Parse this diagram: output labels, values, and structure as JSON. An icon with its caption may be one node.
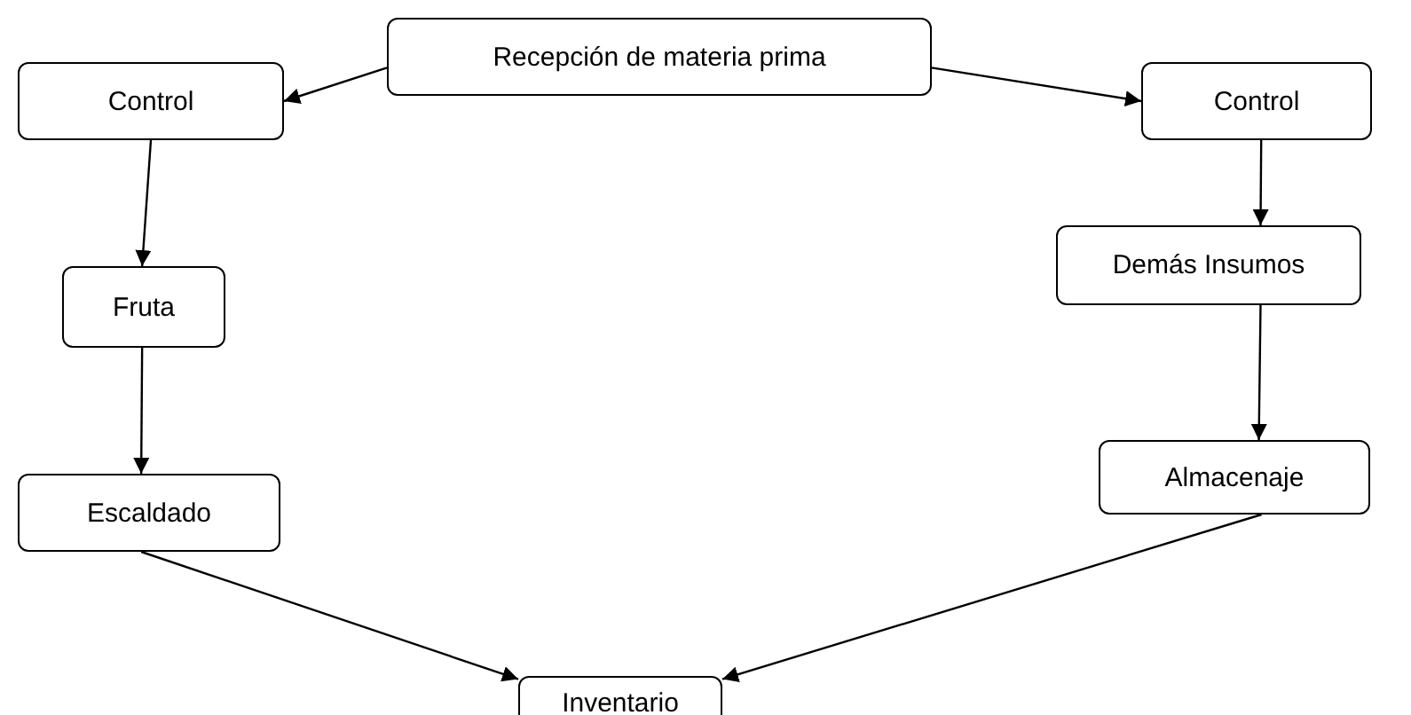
{
  "diagram": {
    "nodes": [
      {
        "text": [
          "Recepción de materia prima"
        ]
      },
      {
        "text": [
          "Control"
        ]
      },
      {
        "text": [
          "Control"
        ]
      },
      {
        "text": [
          "Fruta"
        ]
      },
      {
        "text": [
          "Demás Insumos"
        ]
      },
      {
        "text": [
          "Escaldado"
        ]
      },
      {
        "text": [
          "Almacenaje"
        ]
      },
      {
        "text": [
          "Inventario"
        ]
      }
    ],
    "edges": [
      {
        "from": 0,
        "to": 1,
        "arrow": "to"
      },
      {
        "from": 0,
        "to": 2,
        "arrow": "to"
      },
      {
        "from": 1,
        "to": 3,
        "arrow": "to"
      },
      {
        "from": 2,
        "to": 4,
        "arrow": "to"
      },
      {
        "from": 3,
        "to": 5,
        "arrow": "to"
      },
      {
        "from": 4,
        "to": 6,
        "arrow": "to"
      },
      {
        "from": 5,
        "to": 7,
        "arrow": "to"
      },
      {
        "from": 6,
        "to": 7,
        "arrow": "to"
      }
    ]
  }
}
